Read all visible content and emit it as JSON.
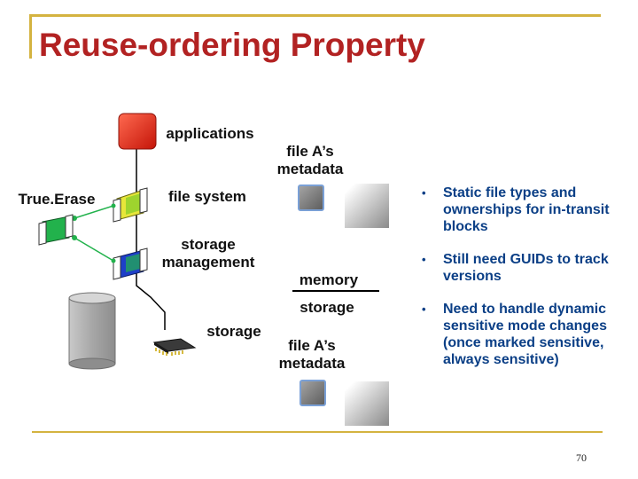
{
  "slide": {
    "title": "Reuse-ordering Property",
    "page_number": "70"
  },
  "diagram": {
    "labels": {
      "applications": "applications",
      "file_system": "file system",
      "storage_management": "storage management",
      "storage_left": "storage",
      "true_erase": "True.Erase",
      "metadata_top": "file A’s metadata",
      "memory": "memory",
      "storage_middle": "storage",
      "metadata_bottom": "file A’s metadata"
    },
    "colors": {
      "applications_block": "#e8281c",
      "file_system_block": "#e7e63a",
      "storage_mgmt_block": "#1e3fc8",
      "trueerase_module": "#22b24c",
      "connector": "#000000",
      "title": "#b22222",
      "bullet_text": "#0b3f86",
      "frame": "#d4b340"
    },
    "icons": [
      "applications-block-icon",
      "file-system-scroll-icon",
      "storage-management-scroll-icon",
      "trueerase-module-icon",
      "disk-cylinder-icon",
      "chip-icon",
      "metadata-square-icon",
      "gradient-block-icon"
    ]
  },
  "bullets": [
    "Static file types and ownerships for in-transit blocks",
    "Still need GUIDs to track versions",
    "Need to handle dynamic sensitive mode changes (once marked sensitive, always sensitive)"
  ]
}
